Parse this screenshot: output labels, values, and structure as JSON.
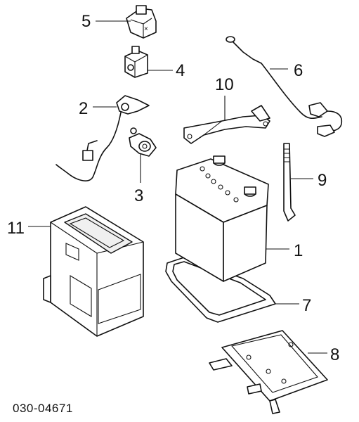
{
  "callouts": {
    "c1": "1",
    "c2": "2",
    "c3": "3",
    "c4": "4",
    "c5": "5",
    "c6": "6",
    "c7": "7",
    "c8": "8",
    "c9": "9",
    "c10": "10",
    "c11": "11"
  },
  "diagram_code": "030-04671"
}
